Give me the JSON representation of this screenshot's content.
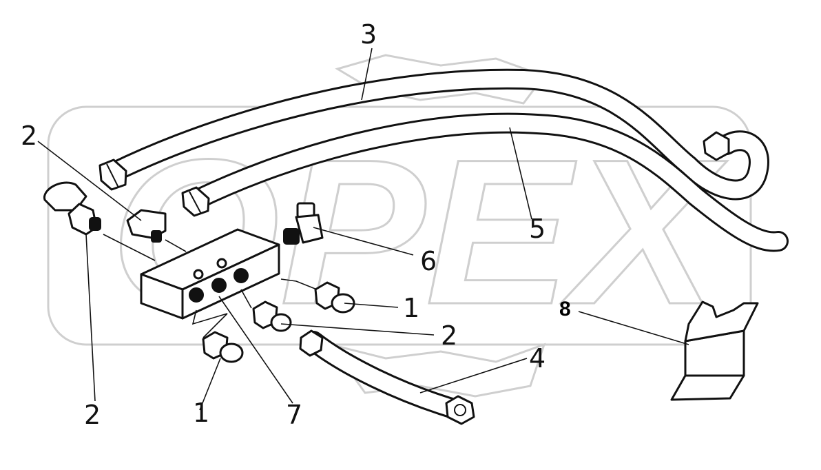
{
  "watermark": {
    "text": "OPEX"
  },
  "callouts": {
    "c3": "3",
    "c2_top_left": "2",
    "c5": "5",
    "c6": "6",
    "c1_right": "1",
    "c2_right": "2",
    "c4": "4",
    "c8": "8",
    "c2_bottom_left": "2",
    "c1_bottom": "1",
    "c7": "7"
  },
  "colors": {
    "lines": "#111111",
    "watermark": "#cfcfcf",
    "background": "#ffffff"
  }
}
